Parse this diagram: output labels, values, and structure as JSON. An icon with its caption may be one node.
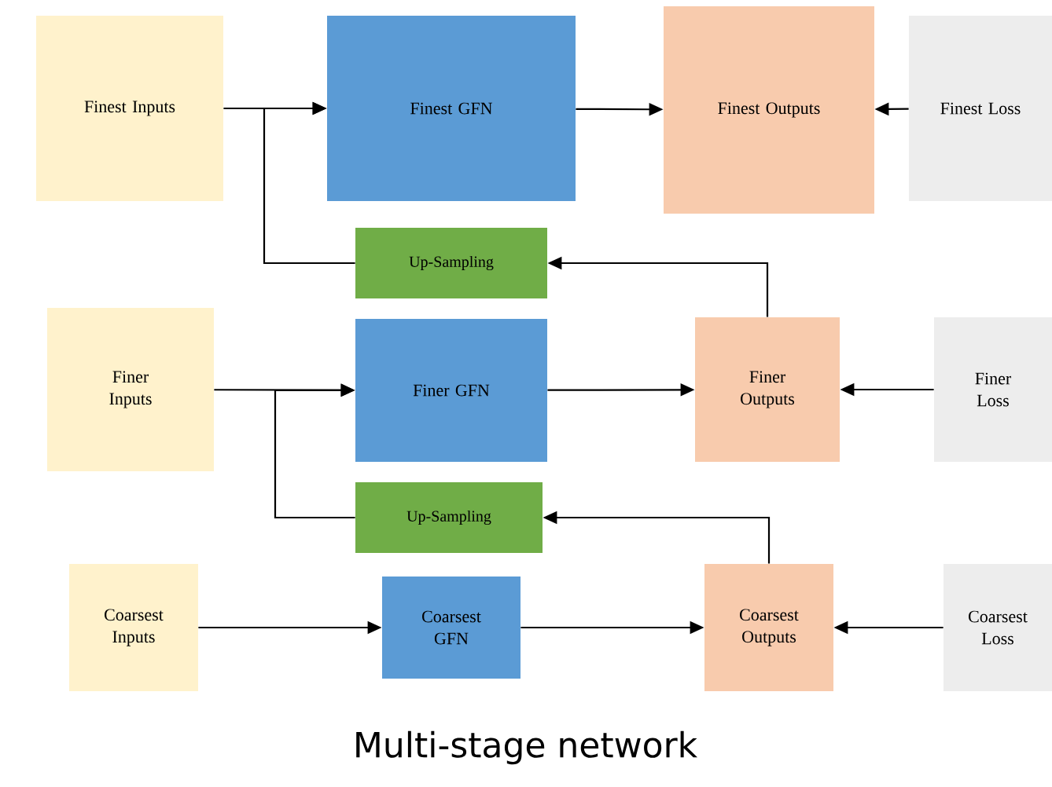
{
  "diagram": {
    "caption": "Multi-stage network",
    "nodes": [
      {
        "text": [
          "Finest Inputs"
        ]
      },
      {
        "text": [
          "Finest GFN"
        ]
      },
      {
        "text": [
          "Finest Outputs"
        ]
      },
      {
        "text": [
          "Finest Loss"
        ]
      },
      {
        "text": [
          "Up-Sampling"
        ]
      },
      {
        "text": [
          "Finer Inputs"
        ]
      },
      {
        "text": [
          "Finer GFN"
        ]
      },
      {
        "text": [
          "Finer Outputs"
        ]
      },
      {
        "text": [
          "Finer Loss"
        ]
      },
      {
        "text": [
          "Up-Sampling"
        ]
      },
      {
        "text": [
          "Coarsest Inputs"
        ]
      },
      {
        "text": [
          "Coarsest GFN"
        ]
      },
      {
        "text": [
          "Coarsest Outputs"
        ]
      },
      {
        "text": [
          "Coarsest Loss"
        ]
      }
    ],
    "edges": [
      {
        "from": 0,
        "to": 1,
        "arrow": "to"
      },
      {
        "from": 4,
        "to": 1,
        "arrow": "to"
      },
      {
        "from": 1,
        "to": 2,
        "arrow": "to"
      },
      {
        "from": 3,
        "to": 2,
        "arrow": "to"
      },
      {
        "from": 7,
        "to": 4,
        "arrow": "to"
      },
      {
        "from": 5,
        "to": 6,
        "arrow": "to"
      },
      {
        "from": 9,
        "to": 6,
        "arrow": "to"
      },
      {
        "from": 6,
        "to": 7,
        "arrow": "to"
      },
      {
        "from": 8,
        "to": 7,
        "arrow": "to"
      },
      {
        "from": 12,
        "to": 9,
        "arrow": "to"
      },
      {
        "from": 10,
        "to": 11,
        "arrow": "to"
      },
      {
        "from": 11,
        "to": 12,
        "arrow": "to"
      },
      {
        "from": 13,
        "to": 12,
        "arrow": "to"
      }
    ]
  }
}
